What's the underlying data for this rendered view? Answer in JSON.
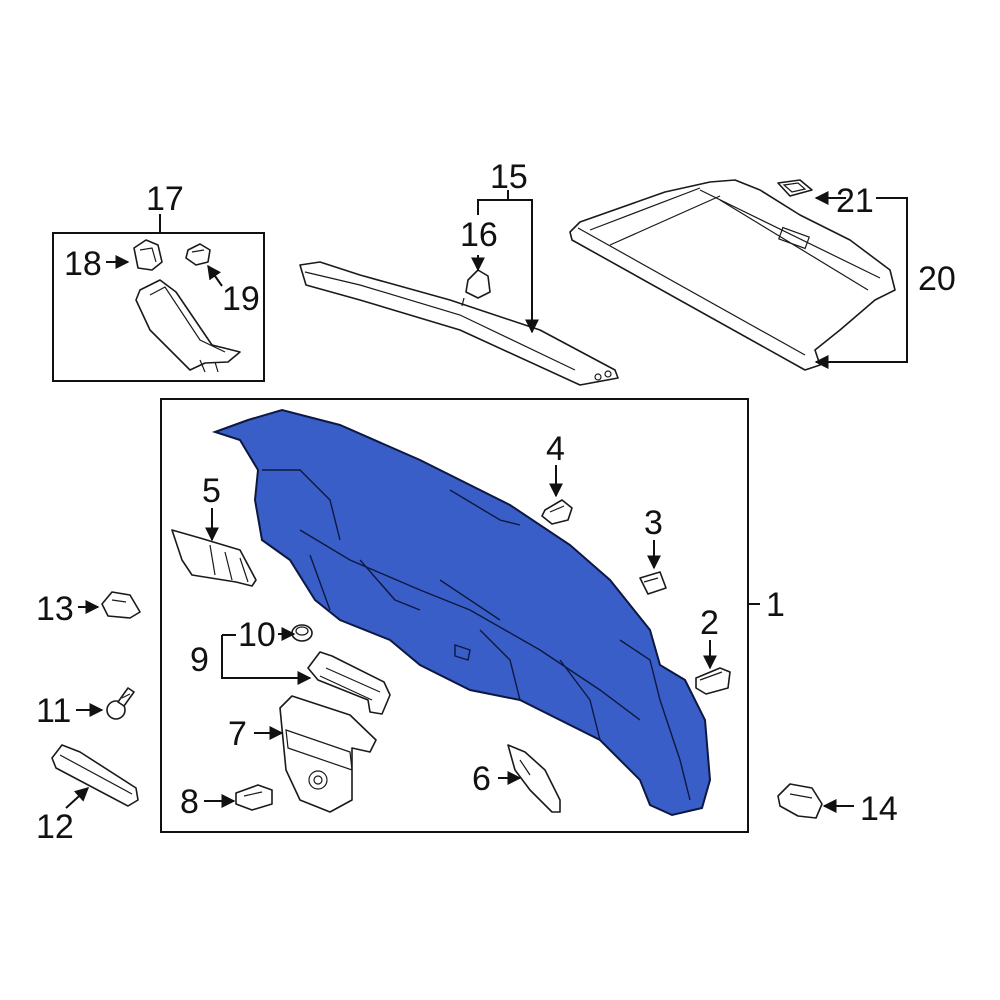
{
  "callouts": [
    {
      "id": "1",
      "label": "1"
    },
    {
      "id": "2",
      "label": "2"
    },
    {
      "id": "3",
      "label": "3"
    },
    {
      "id": "4",
      "label": "4"
    },
    {
      "id": "5",
      "label": "5"
    },
    {
      "id": "6",
      "label": "6"
    },
    {
      "id": "7",
      "label": "7"
    },
    {
      "id": "8",
      "label": "8"
    },
    {
      "id": "9",
      "label": "9"
    },
    {
      "id": "10",
      "label": "10"
    },
    {
      "id": "11",
      "label": "11"
    },
    {
      "id": "12",
      "label": "12"
    },
    {
      "id": "13",
      "label": "13"
    },
    {
      "id": "14",
      "label": "14"
    },
    {
      "id": "15",
      "label": "15"
    },
    {
      "id": "16",
      "label": "16"
    },
    {
      "id": "17",
      "label": "17"
    },
    {
      "id": "18",
      "label": "18"
    },
    {
      "id": "19",
      "label": "19"
    },
    {
      "id": "20",
      "label": "20"
    },
    {
      "id": "21",
      "label": "21"
    }
  ],
  "colors": {
    "highlight_part": "#3a5ec8",
    "line": "#111111",
    "background": "#ffffff"
  }
}
